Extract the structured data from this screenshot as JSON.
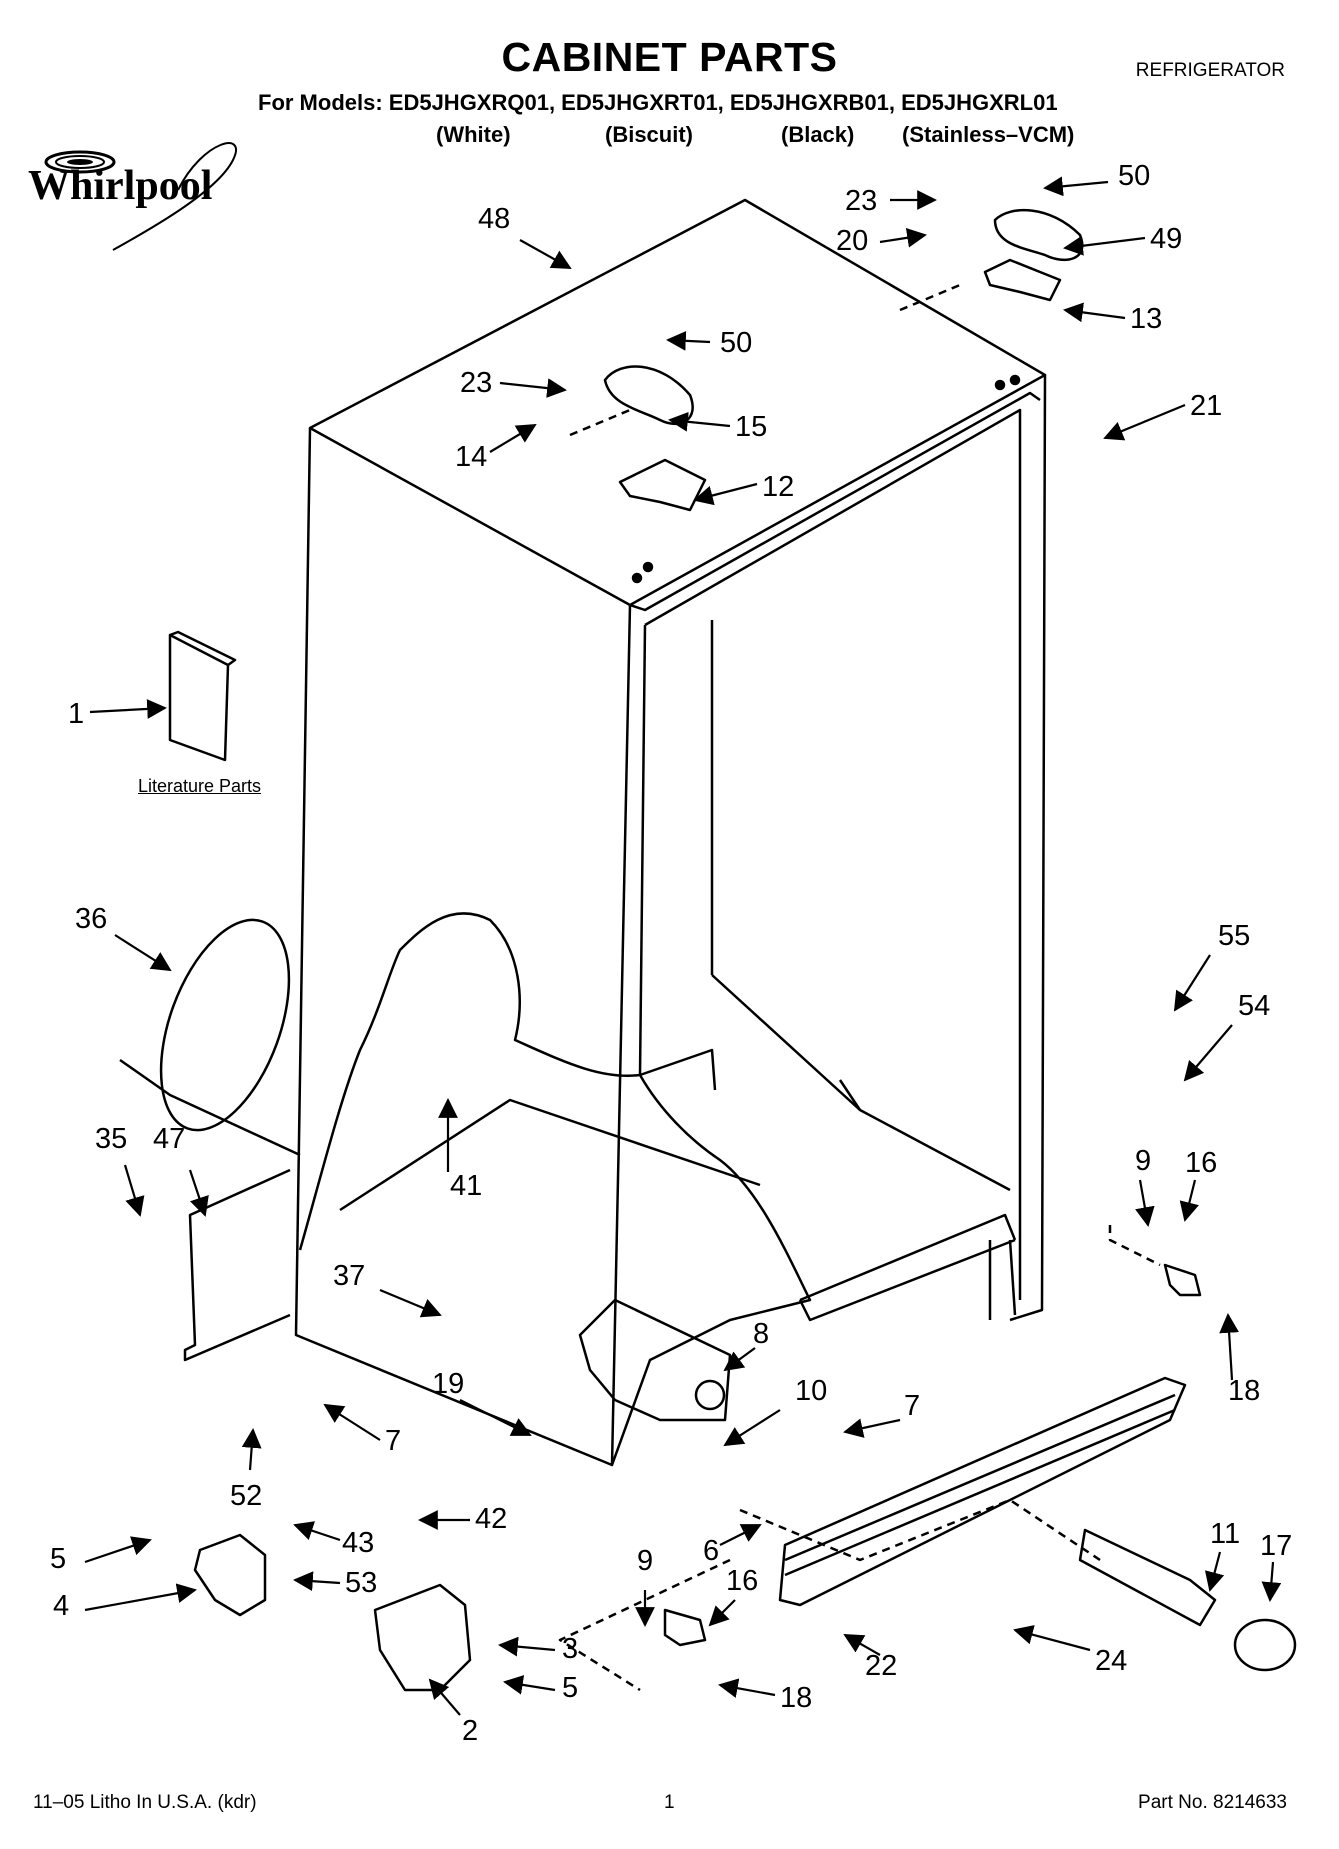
{
  "header": {
    "title": "CABINET PARTS",
    "product": "REFRIGERATOR",
    "models_line": "For Models: ED5JHGXRQ01, ED5JHGXRT01, ED5JHGXRB01, ED5JHGXRL01",
    "colors": [
      "(White)",
      "(Biscuit)",
      "(Black)",
      "(Stainless–VCM)"
    ]
  },
  "brand": {
    "name": "Whirlpool"
  },
  "literature_label": "Literature Parts",
  "callouts": [
    "48",
    "23",
    "50",
    "20",
    "49",
    "13",
    "50",
    "23",
    "15",
    "14",
    "12",
    "21",
    "1",
    "36",
    "55",
    "54",
    "35",
    "47",
    "41",
    "9",
    "16",
    "37",
    "8",
    "18",
    "10",
    "7",
    "19",
    "7",
    "52",
    "42",
    "43",
    "6",
    "11",
    "17",
    "5",
    "53",
    "9",
    "16",
    "4",
    "3",
    "5",
    "2",
    "18",
    "22",
    "24"
  ],
  "footer": {
    "left": "11–05 Litho In U.S.A. (kdr)",
    "center": "1",
    "right": "Part No. 8214633"
  }
}
